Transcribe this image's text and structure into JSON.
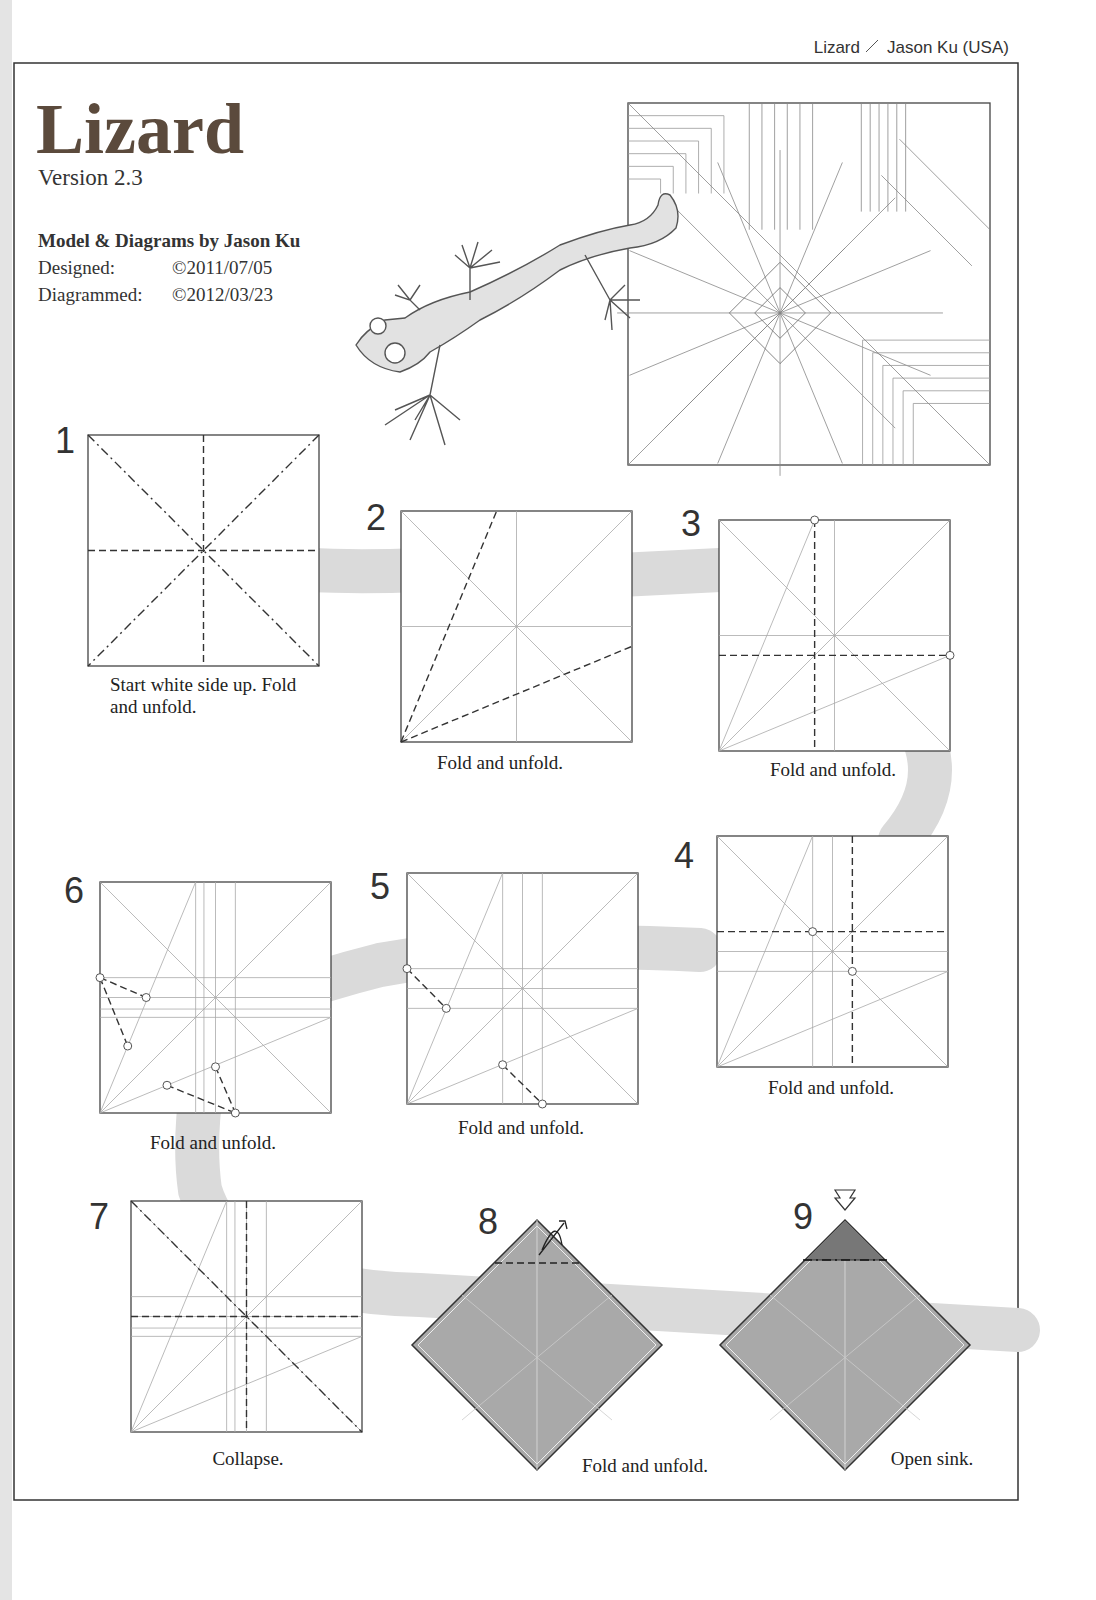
{
  "diagram": {
    "title": "Lizard",
    "labels": [
      "Lizard",
      "Jason Ku (USA)",
      "Version 2.3",
      "Model & Diagrams by Jason Ku",
      "Designed:",
      "©2011/07/05",
      "Diagrammed:",
      "©2012/03/23",
      "1",
      "Start white side up. Fold and unfold.",
      "2",
      "Fold and unfold.",
      "3",
      "Fold and unfold.",
      "4",
      "Fold and unfold.",
      "5",
      "Fold and unfold.",
      "6",
      "Fold and unfold.",
      "7",
      "Collapse.",
      "8",
      "Fold and unfold.",
      "9",
      "Open sink."
    ]
  }
}
